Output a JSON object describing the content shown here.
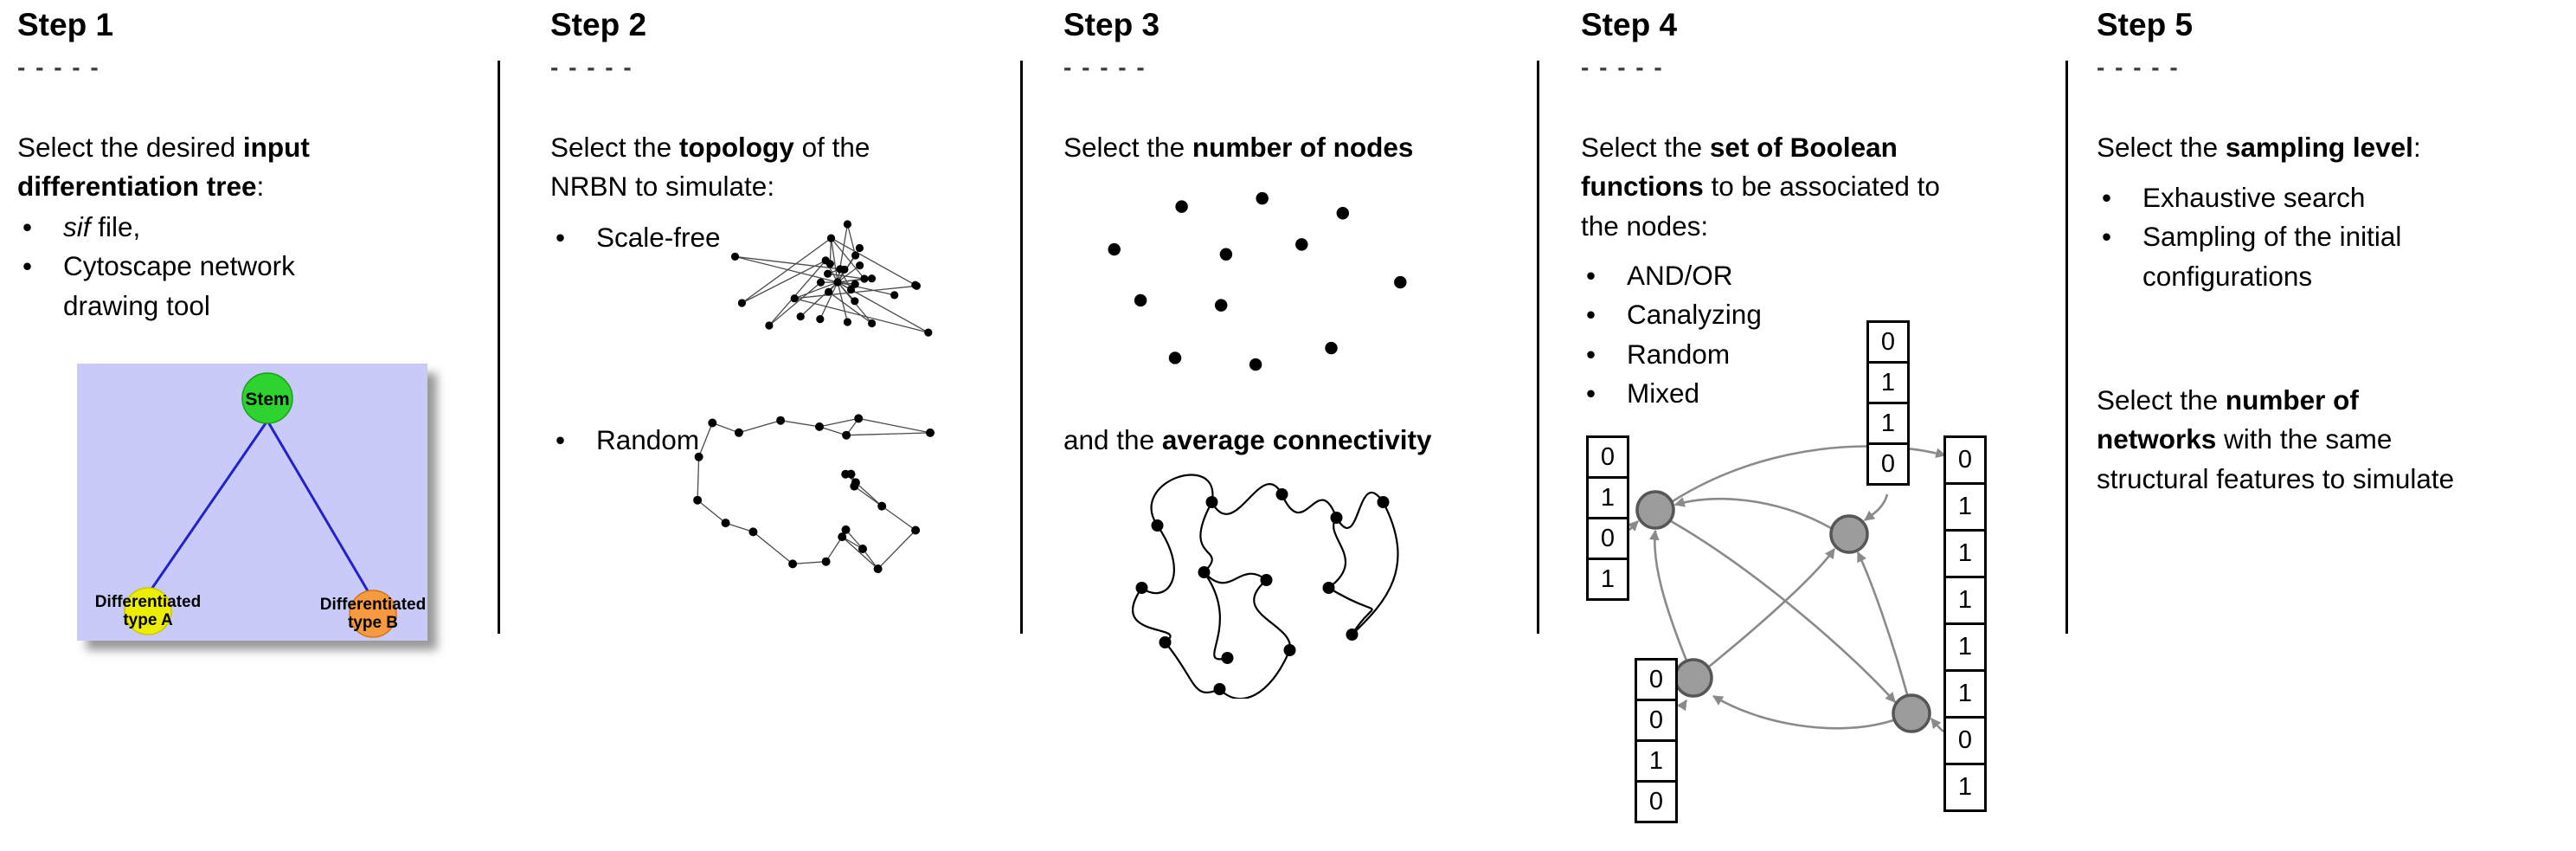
{
  "colors": {
    "tree_background": "#c9c9fa",
    "tree_edge": "#2222cc",
    "stem_node": "#2fd32f",
    "type_a_node": "#eded00",
    "type_b_node": "#f69a3f",
    "boolean_node": "#9c9c9c"
  },
  "steps": {
    "step1": {
      "title": "Step 1",
      "dashes": "- - - - -",
      "intro": {
        "pre": "Select the desired ",
        "bold": "input differentiation tree",
        "post": ":"
      },
      "bullets": {
        "b1_italic": "sif",
        "b1_rest": " file,",
        "b2": "Cytoscape network drawing tool"
      },
      "tree": {
        "stem": "Stem",
        "a1": "Differentiated",
        "a2": "type A",
        "b1": "Differentiated",
        "b2": "type B"
      }
    },
    "step2": {
      "title": "Step 2",
      "dashes": "- - - - -",
      "intro": {
        "pre": "Select the ",
        "bold": "topology",
        "post": " of the NRBN to simulate:"
      },
      "bullets": {
        "b1": "Scale-free",
        "b2": "Random"
      }
    },
    "step3": {
      "title": "Step 3",
      "dashes": "- - - - -",
      "intro": {
        "pre": "Select the ",
        "bold": "number of nodes",
        "post": ""
      },
      "second": {
        "pre": "and the ",
        "bold": "average connectivity",
        "post": ""
      }
    },
    "step4": {
      "title": "Step 4",
      "dashes": "- - - - -",
      "intro": {
        "pre": "Select the ",
        "bold": "set of Boolean functions",
        "post": " to be associated to the nodes:"
      },
      "bullets": {
        "b1": "AND/OR",
        "b2": "Canalyzing",
        "b3": "Random",
        "b4": "Mixed"
      },
      "tables": {
        "left": [
          "0",
          "1",
          "0",
          "1"
        ],
        "top": [
          "0",
          "1",
          "1",
          "0"
        ],
        "bottom_left": [
          "0",
          "0",
          "1",
          "0"
        ],
        "right": [
          "0",
          "1",
          "1",
          "1",
          "1",
          "1",
          "0",
          "1"
        ]
      }
    },
    "step5": {
      "title": "Step 5",
      "dashes": "- - - - -",
      "intro": {
        "pre": "Select the ",
        "bold": "sampling level",
        "post": ":"
      },
      "bullets": {
        "b1": "Exhaustive search",
        "b2": "Sampling of the initial configurations"
      },
      "second": {
        "pre": "Select the ",
        "bold": "number of networks",
        "post": " with the same structural features to simulate"
      }
    }
  }
}
